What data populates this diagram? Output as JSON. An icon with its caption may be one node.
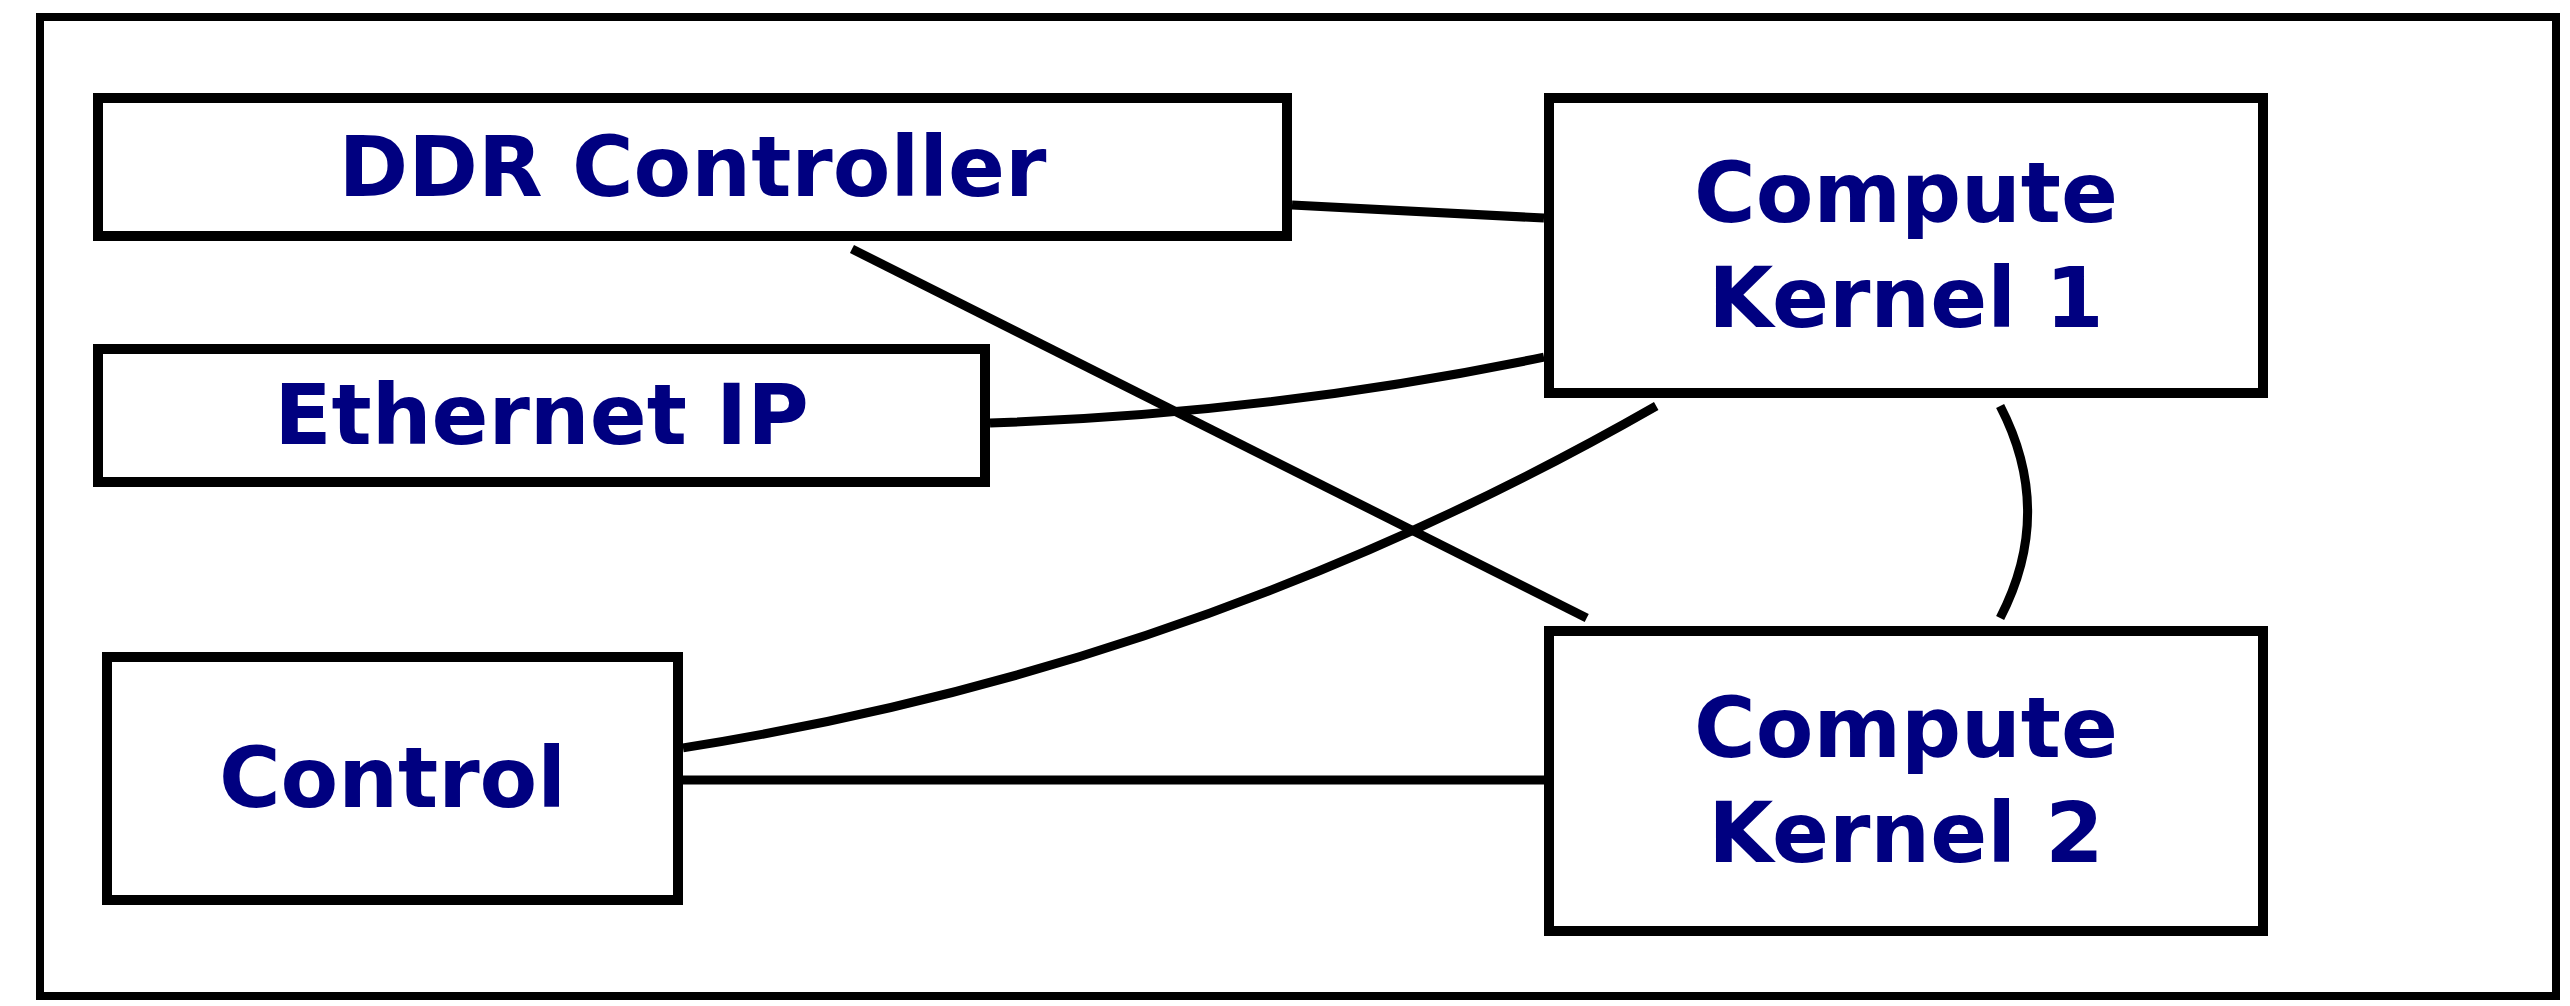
{
  "diagram": {
    "nodes": [
      {
        "text": [],
        "shape": "box"
      },
      {
        "text": [
          "DDR Controller"
        ],
        "in": 0
      },
      {
        "text": [
          "Ethernet IP"
        ],
        "in": 0
      },
      {
        "text": [
          "Control"
        ],
        "in": 0
      },
      {
        "text": [
          "Compute Kernel 1"
        ],
        "in": 0
      },
      {
        "text": [
          "Compute Kernel 2"
        ],
        "in": 0
      }
    ],
    "edges": [
      {
        "from": 1,
        "to": 4,
        "arrow": "none"
      },
      {
        "from": 1,
        "to": 5,
        "arrow": "none"
      },
      {
        "from": 2,
        "to": 4,
        "arrow": "none"
      },
      {
        "from": 3,
        "to": 4,
        "arrow": "none"
      },
      {
        "from": 3,
        "to": 5,
        "arrow": "none"
      },
      {
        "from": 4,
        "to": 5,
        "arrow": "none"
      }
    ]
  }
}
